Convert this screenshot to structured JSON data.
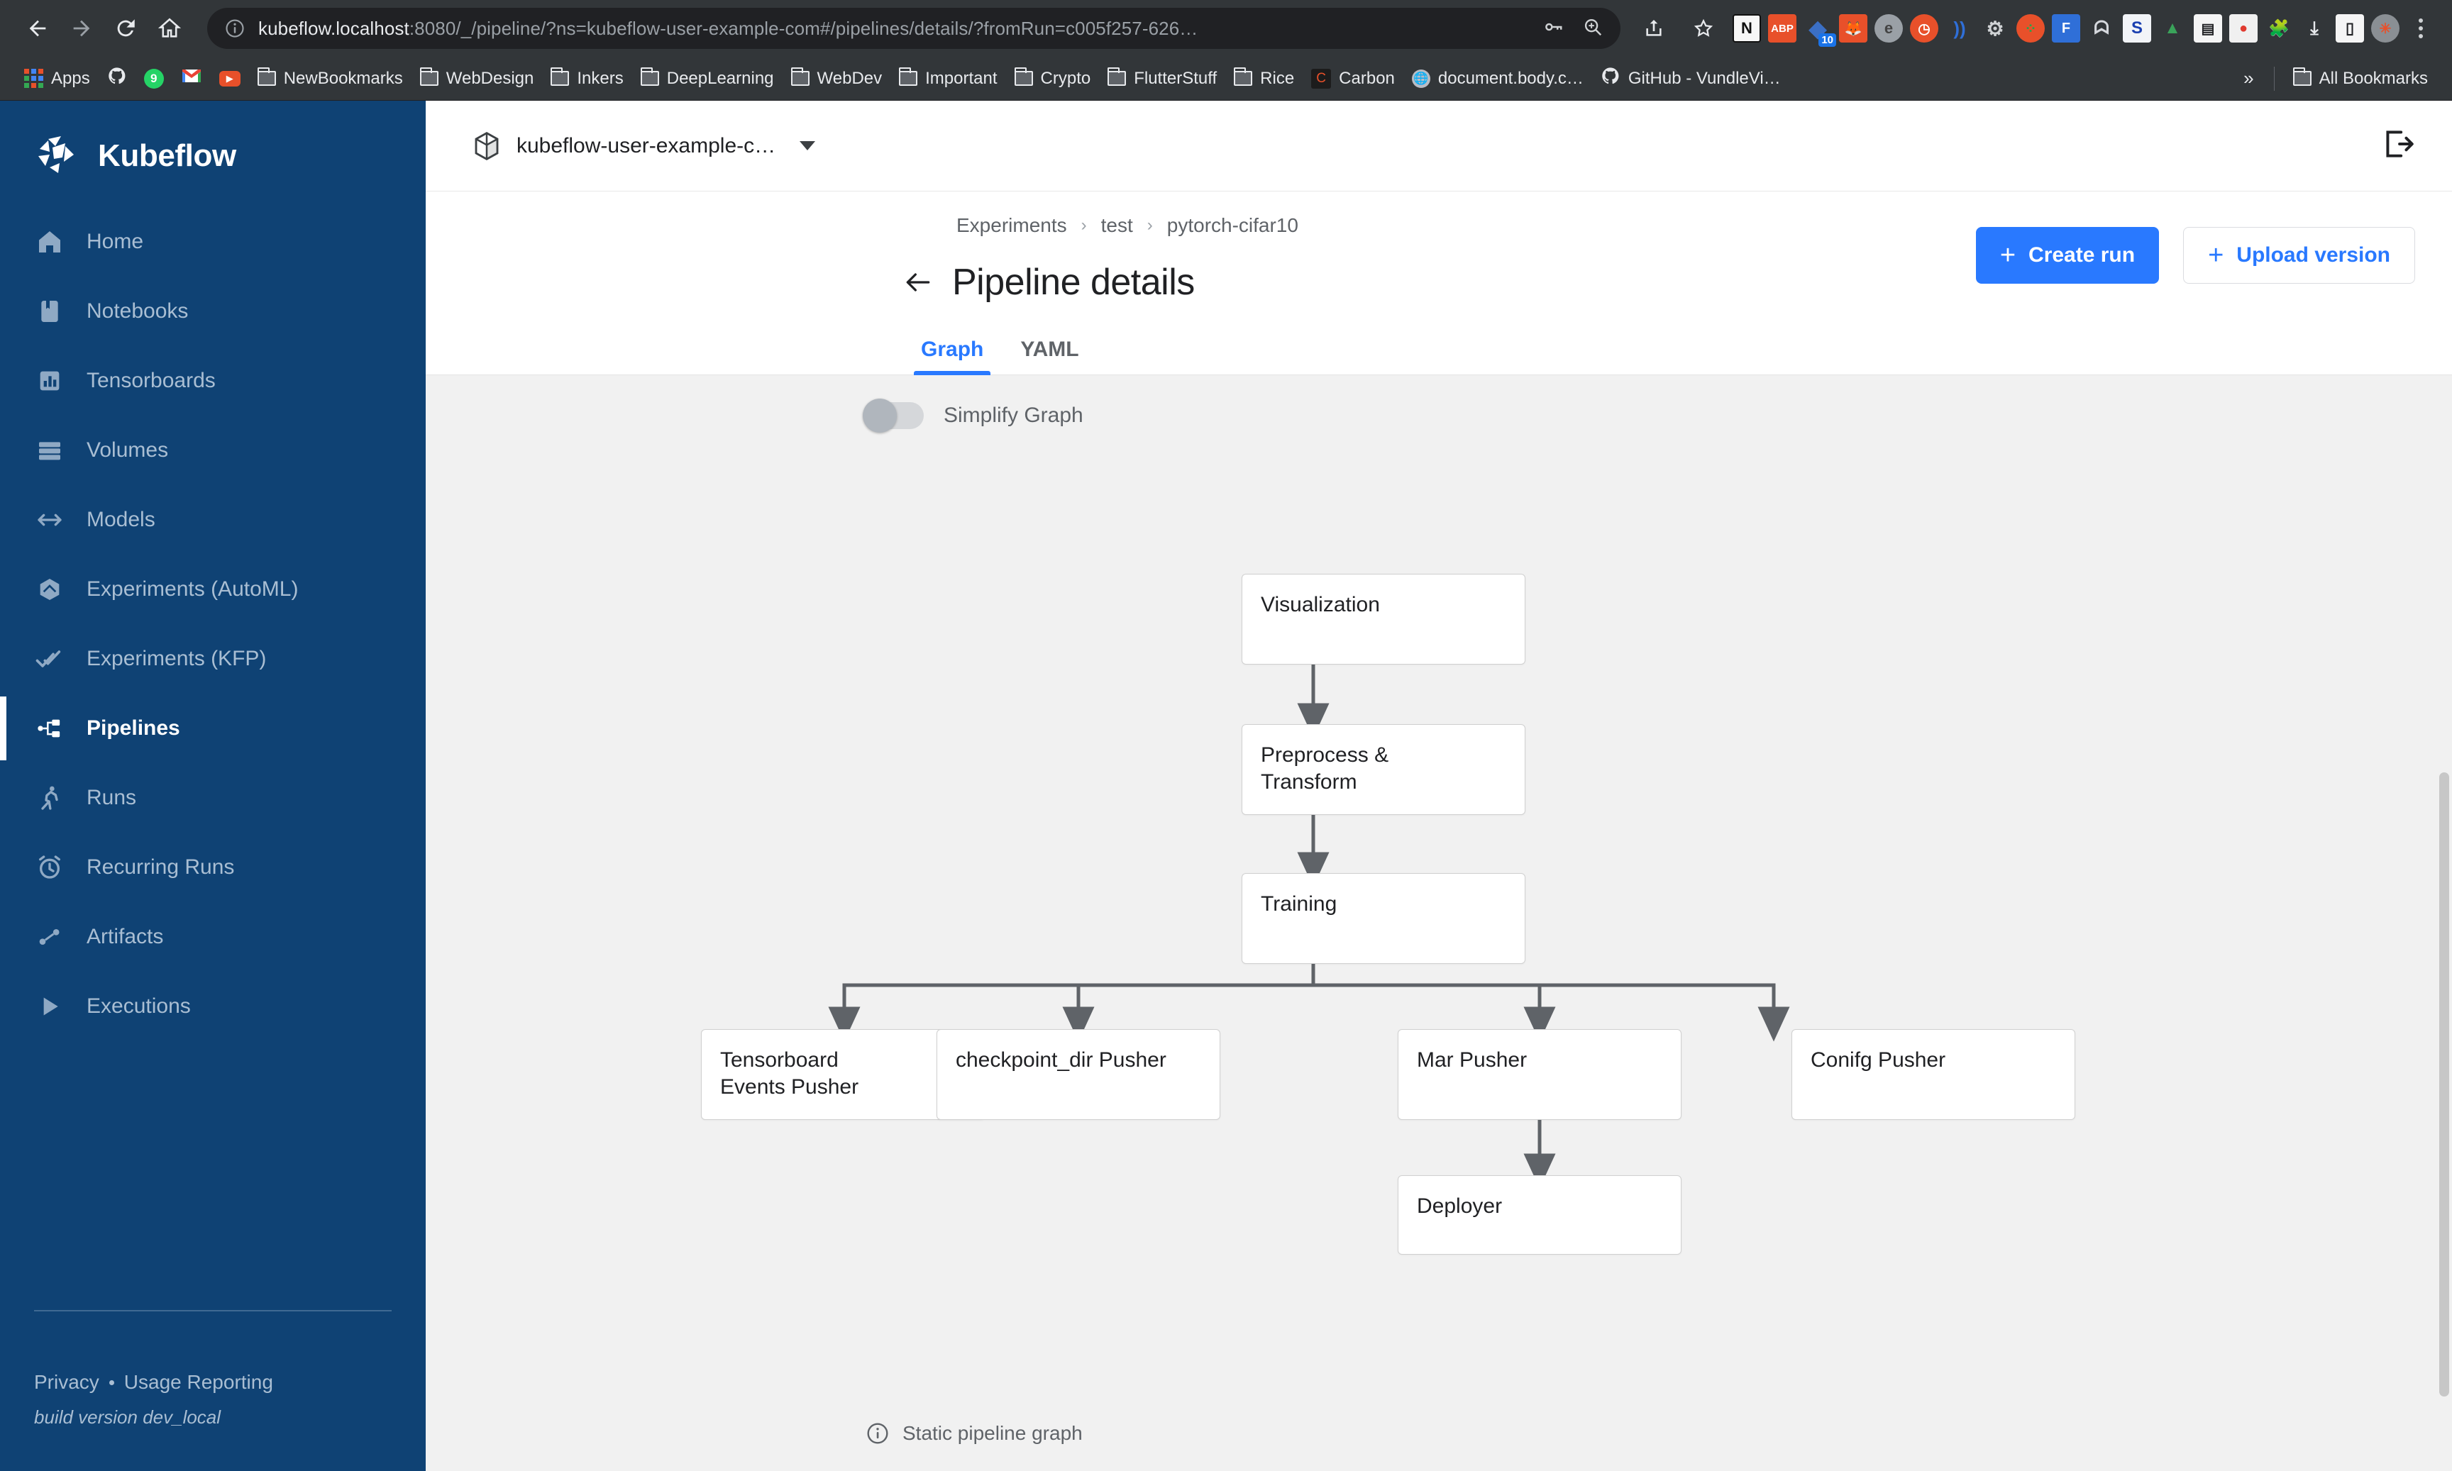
{
  "browser": {
    "nav": {
      "back": "back-arrow",
      "forward": "forward-arrow",
      "reload": "reload-icon",
      "home": "home-icon"
    },
    "url": {
      "host": "kubeflow.localhost",
      "rest": ":8080/_/pipeline/?ns=kubeflow-user-example-com#/pipelines/details/?fromRun=c005f257-626…",
      "full": "kubeflow.localhost:8080/_/pipeline/?ns=kubeflow-user-example-com#/pipelines/details/?fromRun=c005f257-626…",
      "info_icon": "site-info-icon",
      "key_icon": "password-key-icon",
      "zoom_icon": "zoom-magnifier-icon",
      "share_icon": "share-icon",
      "star_icon": "bookmark-star-icon"
    },
    "extensions": [
      {
        "name": "notion-extension",
        "glyph": "N",
        "bg": "#f7f7f7",
        "fg": "#111111"
      },
      {
        "name": "adblock-plus-extension",
        "glyph": "ABP",
        "bg": "#e8502a",
        "fg": "#ffffff"
      },
      {
        "name": "blue-diamond-extension",
        "glyph": "◆",
        "bg": "#2f5fa8",
        "fg": "#ffffff",
        "badge": "10"
      },
      {
        "name": "firefox-fox-extension",
        "glyph": "🦊",
        "bg": "#e8502a",
        "fg": "#ffffff"
      },
      {
        "name": "grey-circle-extension",
        "glyph": "◐",
        "bg": "#9aa0a6",
        "fg": "#ffffff"
      },
      {
        "name": "clock-extension",
        "glyph": "◷",
        "bg": "#e8502a",
        "fg": "#ffffff"
      },
      {
        "name": "wifi-signal-extension",
        "glyph": "⦓",
        "bg": "#323639",
        "fg": "#2f6fd8"
      },
      {
        "name": "gear-settings-extension",
        "glyph": "⚙",
        "bg": "#9aa0a6",
        "fg": "#ffffff"
      },
      {
        "name": "orange-dots-extension",
        "glyph": "⁖",
        "bg": "#e8502a",
        "fg": "#33aa55"
      },
      {
        "name": "f-blue-extension",
        "glyph": "F",
        "bg": "#2f6fd8",
        "fg": "#ffffff"
      },
      {
        "name": "ghost-extension",
        "glyph": "ᗣ",
        "bg": "#323639",
        "fg": "#d5d8dd"
      },
      {
        "name": "grammarly-s-extension",
        "glyph": "S",
        "bg": "#f2f4f8",
        "fg": "#1a3fb0"
      },
      {
        "name": "green-arrow-extension",
        "glyph": "▲",
        "bg": "#323639",
        "fg": "#3aa35a"
      },
      {
        "name": "reader-extension",
        "glyph": "▤",
        "bg": "#f5f5f5",
        "fg": "#202124"
      },
      {
        "name": "record-dot-extension",
        "glyph": "●",
        "bg": "#f0f0f0",
        "fg": "#e03a2f"
      },
      {
        "name": "puzzle-piece-extension",
        "glyph": "🧩",
        "bg": "#323639",
        "fg": "#e8eaed"
      },
      {
        "name": "download-extension",
        "glyph": "⤓",
        "bg": "#323639",
        "fg": "#e8eaed"
      },
      {
        "name": "mobile-view-extension",
        "glyph": "▯",
        "bg": "#f5f5f5",
        "fg": "#202124"
      },
      {
        "name": "profile-avatar",
        "glyph": "◍",
        "bg": "#8a8f94",
        "fg": "#e8502a"
      }
    ],
    "bookmarks": [
      {
        "label": "Apps",
        "icon": "apps-grid-icon"
      },
      {
        "label": "",
        "icon": "github-icon"
      },
      {
        "label": "",
        "icon": "whatsapp-icon",
        "badge": "9"
      },
      {
        "label": "",
        "icon": "gmail-icon"
      },
      {
        "label": "",
        "icon": "youtube-icon"
      },
      {
        "label": "NewBookmarks",
        "icon": "folder-icon"
      },
      {
        "label": "WebDesign",
        "icon": "folder-icon"
      },
      {
        "label": "Inkers",
        "icon": "folder-icon"
      },
      {
        "label": "DeepLearning",
        "icon": "folder-icon"
      },
      {
        "label": "WebDev",
        "icon": "folder-icon"
      },
      {
        "label": "Important",
        "icon": "folder-icon"
      },
      {
        "label": "Crypto",
        "icon": "folder-icon"
      },
      {
        "label": "FlutterStuff",
        "icon": "folder-icon"
      },
      {
        "label": "Rice",
        "icon": "folder-icon"
      },
      {
        "label": "Carbon",
        "icon": "carbon-icon"
      },
      {
        "label": "document.body.c…",
        "icon": "globe-icon"
      },
      {
        "label": "GitHub - VundleVi…",
        "icon": "github-icon"
      }
    ],
    "bookmarks_overflow": "»",
    "all_bookmarks_label": "All Bookmarks",
    "all_bookmarks_icon": "folder-icon"
  },
  "sidebar": {
    "brand": "Kubeflow",
    "brand_icon": "kubeflow-logo",
    "items": [
      {
        "label": "Home",
        "icon": "home-icon",
        "active": false
      },
      {
        "label": "Notebooks",
        "icon": "notebook-icon",
        "active": false
      },
      {
        "label": "Tensorboards",
        "icon": "bar-chart-icon",
        "active": false
      },
      {
        "label": "Volumes",
        "icon": "storage-icon",
        "active": false
      },
      {
        "label": "Models",
        "icon": "models-arrows-icon",
        "active": false
      },
      {
        "label": "Experiments (AutoML)",
        "icon": "telescope-icon",
        "active": false
      },
      {
        "label": "Experiments (KFP)",
        "icon": "double-check-icon",
        "active": false
      },
      {
        "label": "Pipelines",
        "icon": "pipeline-graph-icon",
        "active": true
      },
      {
        "label": "Runs",
        "icon": "runner-icon",
        "active": false
      },
      {
        "label": "Recurring Runs",
        "icon": "alarm-clock-icon",
        "active": false
      },
      {
        "label": "Artifacts",
        "icon": "artifact-icon",
        "active": false
      },
      {
        "label": "Executions",
        "icon": "play-triangle-icon",
        "active": false
      }
    ],
    "footer": {
      "privacy": "Privacy",
      "usage_reporting": "Usage Reporting",
      "build_version": "build version dev_local"
    }
  },
  "header": {
    "namespace": "kubeflow-user-example-c…",
    "namespace_icon": "namespace-cube-icon",
    "logout_icon": "logout-icon"
  },
  "breadcrumb": {
    "items": [
      "Experiments",
      "test",
      "pytorch-cifar10"
    ],
    "separator": "›"
  },
  "page": {
    "title": "Pipeline details",
    "back_icon": "back-arrow-icon"
  },
  "actions": {
    "create_run": "Create run",
    "upload_version": "Upload version",
    "plus": "+"
  },
  "tabs": [
    {
      "label": "Graph",
      "active": true
    },
    {
      "label": "YAML",
      "active": false
    }
  ],
  "graph_controls": {
    "simplify_label": "Simplify Graph",
    "simplify_on": false
  },
  "graph": {
    "nodes": [
      {
        "id": "visualization",
        "label": "Visualization"
      },
      {
        "id": "preprocess",
        "label": "Preprocess & Transform"
      },
      {
        "id": "training",
        "label": "Training"
      },
      {
        "id": "tb_events",
        "label": "Tensorboard Events Pusher"
      },
      {
        "id": "checkpoint_dir",
        "label": "checkpoint_dir Pusher"
      },
      {
        "id": "mar_pusher",
        "label": "Mar Pusher"
      },
      {
        "id": "config_pusher",
        "label": "Conifg Pusher"
      },
      {
        "id": "deployer",
        "label": "Deployer"
      }
    ],
    "edges": [
      {
        "from": "visualization",
        "to": "preprocess"
      },
      {
        "from": "preprocess",
        "to": "training"
      },
      {
        "from": "training",
        "to": "tb_events"
      },
      {
        "from": "training",
        "to": "checkpoint_dir"
      },
      {
        "from": "training",
        "to": "mar_pusher"
      },
      {
        "from": "training",
        "to": "config_pusher"
      },
      {
        "from": "mar_pusher",
        "to": "deployer"
      }
    ]
  },
  "status": {
    "text": "Static pipeline graph",
    "icon": "info-circle-icon"
  },
  "colors": {
    "sidebar_bg": "#0f4274",
    "accent_blue": "#2979ff",
    "canvas_bg": "#f1f1f1",
    "chrome_bg": "#323639",
    "url_bg": "#202124"
  }
}
